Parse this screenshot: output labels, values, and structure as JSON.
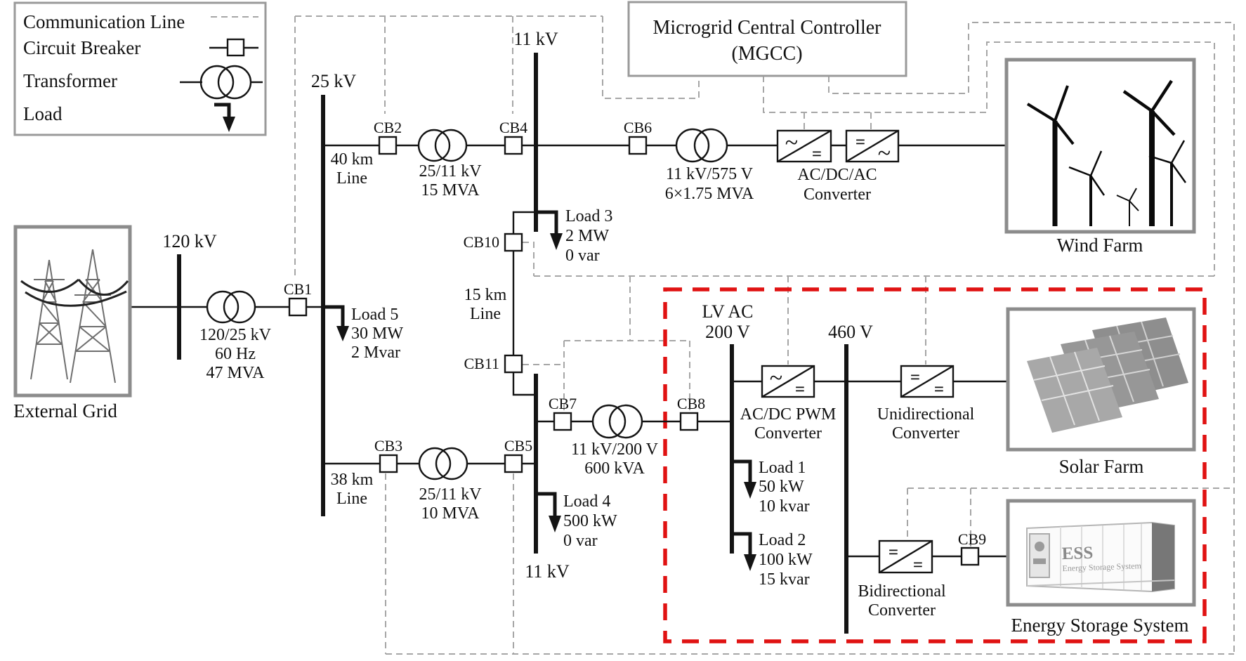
{
  "legend": {
    "items": [
      {
        "label": "Communication Line"
      },
      {
        "label": "Circuit Breaker"
      },
      {
        "label": "Transformer"
      },
      {
        "label": "Load"
      }
    ]
  },
  "mgcc": {
    "line1": "Microgrid Central Controller",
    "line2": "(MGCC)"
  },
  "buses": {
    "kv120": "120 kV",
    "kv25": "25 kV",
    "kv11_top": "11 kV",
    "kv11_bottom": "11 kV",
    "lv_ac_line1": "LV AC",
    "lv_ac_line2": "200 V",
    "v460": "460 V"
  },
  "breakers": {
    "cb1": "CB1",
    "cb2": "CB2",
    "cb3": "CB3",
    "cb4": "CB4",
    "cb5": "CB5",
    "cb6": "CB6",
    "cb7": "CB7",
    "cb8": "CB8",
    "cb9": "CB9",
    "cb10": "CB10",
    "cb11": "CB11"
  },
  "transformers": {
    "t1": {
      "l1": "120/25 kV",
      "l2": "60 Hz",
      "l3": "47 MVA"
    },
    "t2": {
      "l1": "25/11 kV",
      "l2": "15 MVA"
    },
    "t3": {
      "l1": "11 kV/575 V",
      "l2": "6×1.75 MVA"
    },
    "t4": {
      "l1": "25/11 kV",
      "l2": "10 MVA"
    },
    "t5": {
      "l1": "11 kV/200 V",
      "l2": "600 kVA"
    }
  },
  "lines": {
    "l40": {
      "l1": "40 km",
      "l2": "Line"
    },
    "l38": {
      "l1": "38 km",
      "l2": "Line"
    },
    "l15": {
      "l1": "15 km",
      "l2": "Line"
    }
  },
  "loads": {
    "load1": {
      "name": "Load 1",
      "p": "50 kW",
      "q": "10 kvar"
    },
    "load2": {
      "name": "Load 2",
      "p": "100 kW",
      "q": "15 kvar"
    },
    "load3": {
      "name": "Load 3",
      "p": "2 MW",
      "q": "0 var"
    },
    "load4": {
      "name": "Load 4",
      "p": "500 kW",
      "q": "0 var"
    },
    "load5": {
      "name": "Load 5",
      "p": "30 MW",
      "q": "2 Mvar"
    }
  },
  "converters": {
    "acdcac": {
      "l1": "AC/DC/AC",
      "l2": "Converter"
    },
    "pwm": {
      "l1": "AC/DC PWM",
      "l2": "Converter"
    },
    "uni": {
      "l1": "Unidirectional",
      "l2": "Converter"
    },
    "bidi": {
      "l1": "Bidirectional",
      "l2": "Converter"
    }
  },
  "units": {
    "external_grid": "External Grid",
    "wind_farm": "Wind Farm",
    "solar_farm": "Solar Farm",
    "ess_label": "Energy Storage System",
    "ess_logo": "ESS",
    "ess_logo_sub": "Energy Storage System"
  },
  "icons": {
    "ac_glyph": "~",
    "dc_glyph": "="
  },
  "colors": {
    "line": "#141414",
    "comm": "#a6a6a6",
    "red_boundary": "#e01212",
    "frame": "#8c8c8c",
    "text": "#111111"
  }
}
